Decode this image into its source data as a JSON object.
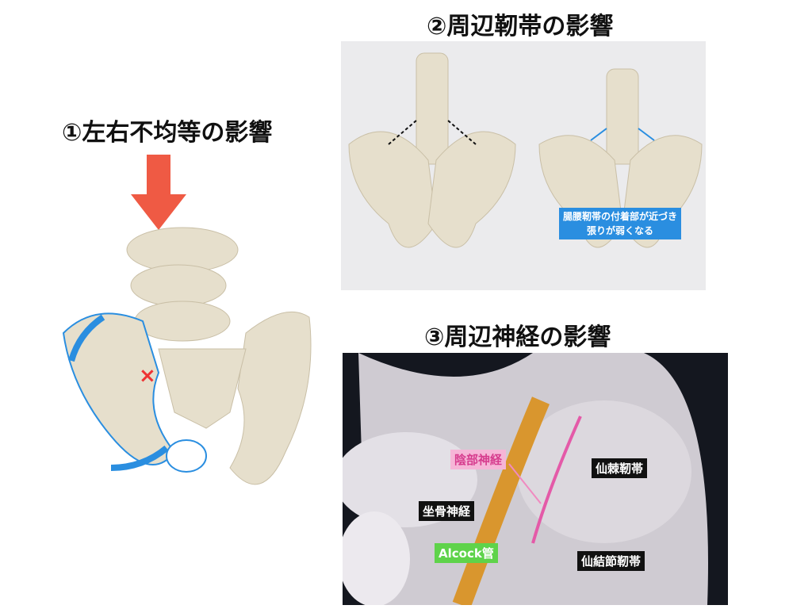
{
  "section1": {
    "title": "①左右不均等の影響"
  },
  "section2": {
    "title": "②周辺靭帯の影響",
    "note_line1": "腸腰靭帯の付着部が近づき",
    "note_line2": "張りが弱くなる"
  },
  "section3": {
    "title": "③周辺神経の影響",
    "labels": {
      "pudendal": "陰部神経",
      "sciatic": "坐骨神経",
      "alcock": "Alcock管",
      "sacrospinous": "仙棘靭帯",
      "sacrotuberous": "仙結節靭帯"
    }
  },
  "colors": {
    "arrow_red": "#ef5a44",
    "blue": "#2a8ee0",
    "pink": "#e45aa8",
    "green": "#5fd34a",
    "nerve": "#d9962e"
  }
}
